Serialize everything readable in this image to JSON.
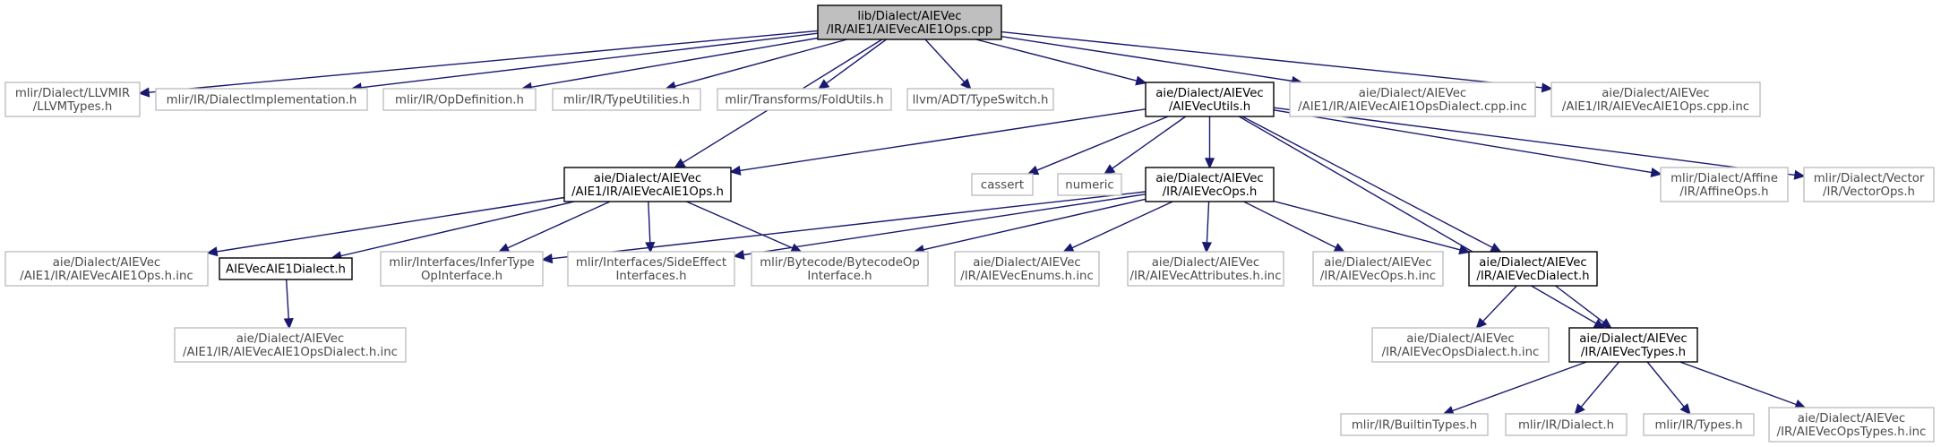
{
  "colors": {
    "edge": "#191970",
    "root_fill": "#bfbfbf",
    "root_stroke": "#000000",
    "internal_stroke": "#000000",
    "external_stroke": "#bfbfbf",
    "external_text": "#4a4a4a"
  },
  "nodes": [
    {
      "id": "root",
      "kind": "root",
      "lines": [
        "lib/Dialect/AIEVec",
        "/IR/AIE1/AIEVecAIE1Ops.cpp"
      ]
    },
    {
      "id": "llvmtypes",
      "kind": "external",
      "lines": [
        "mlir/Dialect/LLVMIR",
        "/LLVMTypes.h"
      ]
    },
    {
      "id": "dialectimpl",
      "kind": "external",
      "lines": [
        "mlir/IR/DialectImplementation.h"
      ]
    },
    {
      "id": "opdef",
      "kind": "external",
      "lines": [
        "mlir/IR/OpDefinition.h"
      ]
    },
    {
      "id": "typeutil",
      "kind": "external",
      "lines": [
        "mlir/IR/TypeUtilities.h"
      ]
    },
    {
      "id": "foldutils",
      "kind": "external",
      "lines": [
        "mlir/Transforms/FoldUtils.h"
      ]
    },
    {
      "id": "typeswitch",
      "kind": "external",
      "lines": [
        "llvm/ADT/TypeSwitch.h"
      ]
    },
    {
      "id": "aievecutils",
      "kind": "internal",
      "lines": [
        "aie/Dialect/AIEVec",
        "/AIEVecUtils.h"
      ]
    },
    {
      "id": "opsdialectcppinc",
      "kind": "external",
      "lines": [
        "aie/Dialect/AIEVec",
        "/AIE1/IR/AIEVecAIE1OpsDialect.cpp.inc"
      ]
    },
    {
      "id": "opscppinc",
      "kind": "external",
      "lines": [
        "aie/Dialect/AIEVec",
        "/AIE1/IR/AIEVecAIE1Ops.cpp.inc"
      ]
    },
    {
      "id": "aie1opsh",
      "kind": "internal",
      "lines": [
        "aie/Dialect/AIEVec",
        "/AIE1/IR/AIEVecAIE1Ops.h"
      ]
    },
    {
      "id": "cassert",
      "kind": "external",
      "lines": [
        "cassert"
      ]
    },
    {
      "id": "numeric",
      "kind": "external",
      "lines": [
        "numeric"
      ]
    },
    {
      "id": "aievecopsh",
      "kind": "internal",
      "lines": [
        "aie/Dialect/AIEVec",
        "/IR/AIEVecOps.h"
      ]
    },
    {
      "id": "affineops",
      "kind": "external",
      "lines": [
        "mlir/Dialect/Affine",
        "/IR/AffineOps.h"
      ]
    },
    {
      "id": "vectorops",
      "kind": "external",
      "lines": [
        "mlir/Dialect/Vector",
        "/IR/VectorOps.h"
      ]
    },
    {
      "id": "aie1opshinc",
      "kind": "external",
      "lines": [
        "aie/Dialect/AIEVec",
        "/AIE1/IR/AIEVecAIE1Ops.h.inc"
      ]
    },
    {
      "id": "aie1dialect",
      "kind": "internal",
      "lines": [
        "AIEVecAIE1Dialect.h"
      ]
    },
    {
      "id": "infertype",
      "kind": "external",
      "lines": [
        "mlir/Interfaces/InferType",
        "OpInterface.h"
      ]
    },
    {
      "id": "sideeffect",
      "kind": "external",
      "lines": [
        "mlir/Interfaces/SideEffect",
        "Interfaces.h"
      ]
    },
    {
      "id": "bytecode",
      "kind": "external",
      "lines": [
        "mlir/Bytecode/BytecodeOp",
        "Interface.h"
      ]
    },
    {
      "id": "enumsinc",
      "kind": "external",
      "lines": [
        "aie/Dialect/AIEVec",
        "/IR/AIEVecEnums.h.inc"
      ]
    },
    {
      "id": "attrsinc",
      "kind": "external",
      "lines": [
        "aie/Dialect/AIEVec",
        "/IR/AIEVecAttributes.h.inc"
      ]
    },
    {
      "id": "opshinc",
      "kind": "external",
      "lines": [
        "aie/Dialect/AIEVec",
        "/IR/AIEVecOps.h.inc"
      ]
    },
    {
      "id": "aievecdialect",
      "kind": "internal",
      "lines": [
        "aie/Dialect/AIEVec",
        "/IR/AIEVecDialect.h"
      ]
    },
    {
      "id": "aie1opsdialecthinc",
      "kind": "external",
      "lines": [
        "aie/Dialect/AIEVec",
        "/AIE1/IR/AIEVecAIE1OpsDialect.h.inc"
      ]
    },
    {
      "id": "opsdialecthinc",
      "kind": "external",
      "lines": [
        "aie/Dialect/AIEVec",
        "/IR/AIEVecOpsDialect.h.inc"
      ]
    },
    {
      "id": "aievectypes",
      "kind": "internal",
      "lines": [
        "aie/Dialect/AIEVec",
        "/IR/AIEVecTypes.h"
      ]
    },
    {
      "id": "builtintypes",
      "kind": "external",
      "lines": [
        "mlir/IR/BuiltinTypes.h"
      ]
    },
    {
      "id": "irdialect",
      "kind": "external",
      "lines": [
        "mlir/IR/Dialect.h"
      ]
    },
    {
      "id": "irtypes",
      "kind": "external",
      "lines": [
        "mlir/IR/Types.h"
      ]
    },
    {
      "id": "opstypesinc",
      "kind": "external",
      "lines": [
        "aie/Dialect/AIEVec",
        "/IR/AIEVecOpsTypes.h.inc"
      ]
    }
  ],
  "edges": [
    [
      "root",
      "llvmtypes"
    ],
    [
      "root",
      "dialectimpl"
    ],
    [
      "root",
      "opdef"
    ],
    [
      "root",
      "typeutil"
    ],
    [
      "root",
      "foldutils"
    ],
    [
      "root",
      "typeswitch"
    ],
    [
      "root",
      "aievecutils"
    ],
    [
      "root",
      "opsdialectcppinc"
    ],
    [
      "root",
      "opscppinc"
    ],
    [
      "root",
      "aie1opsh"
    ],
    [
      "aievecutils",
      "aie1opsh"
    ],
    [
      "aievecutils",
      "cassert"
    ],
    [
      "aievecutils",
      "numeric"
    ],
    [
      "aievecutils",
      "aievecopsh"
    ],
    [
      "aievecutils",
      "affineops"
    ],
    [
      "aievecutils",
      "vectorops"
    ],
    [
      "aievecutils",
      "aievecdialect"
    ],
    [
      "aievecutils",
      "aievectypes"
    ],
    [
      "aie1opsh",
      "aie1opshinc"
    ],
    [
      "aie1opsh",
      "aie1dialect"
    ],
    [
      "aie1opsh",
      "infertype"
    ],
    [
      "aie1opsh",
      "sideeffect"
    ],
    [
      "aie1opsh",
      "bytecode"
    ],
    [
      "aie1dialect",
      "aie1opsdialecthinc"
    ],
    [
      "aievecopsh",
      "infertype"
    ],
    [
      "aievecopsh",
      "sideeffect"
    ],
    [
      "aievecopsh",
      "bytecode"
    ],
    [
      "aievecopsh",
      "enumsinc"
    ],
    [
      "aievecopsh",
      "attrsinc"
    ],
    [
      "aievecopsh",
      "opshinc"
    ],
    [
      "aievecopsh",
      "aievecdialect"
    ],
    [
      "aievecdialect",
      "opsdialecthinc"
    ],
    [
      "aievecdialect",
      "aievectypes"
    ],
    [
      "aievectypes",
      "builtintypes"
    ],
    [
      "aievectypes",
      "irdialect"
    ],
    [
      "aievectypes",
      "irtypes"
    ],
    [
      "aievectypes",
      "opstypesinc"
    ]
  ]
}
